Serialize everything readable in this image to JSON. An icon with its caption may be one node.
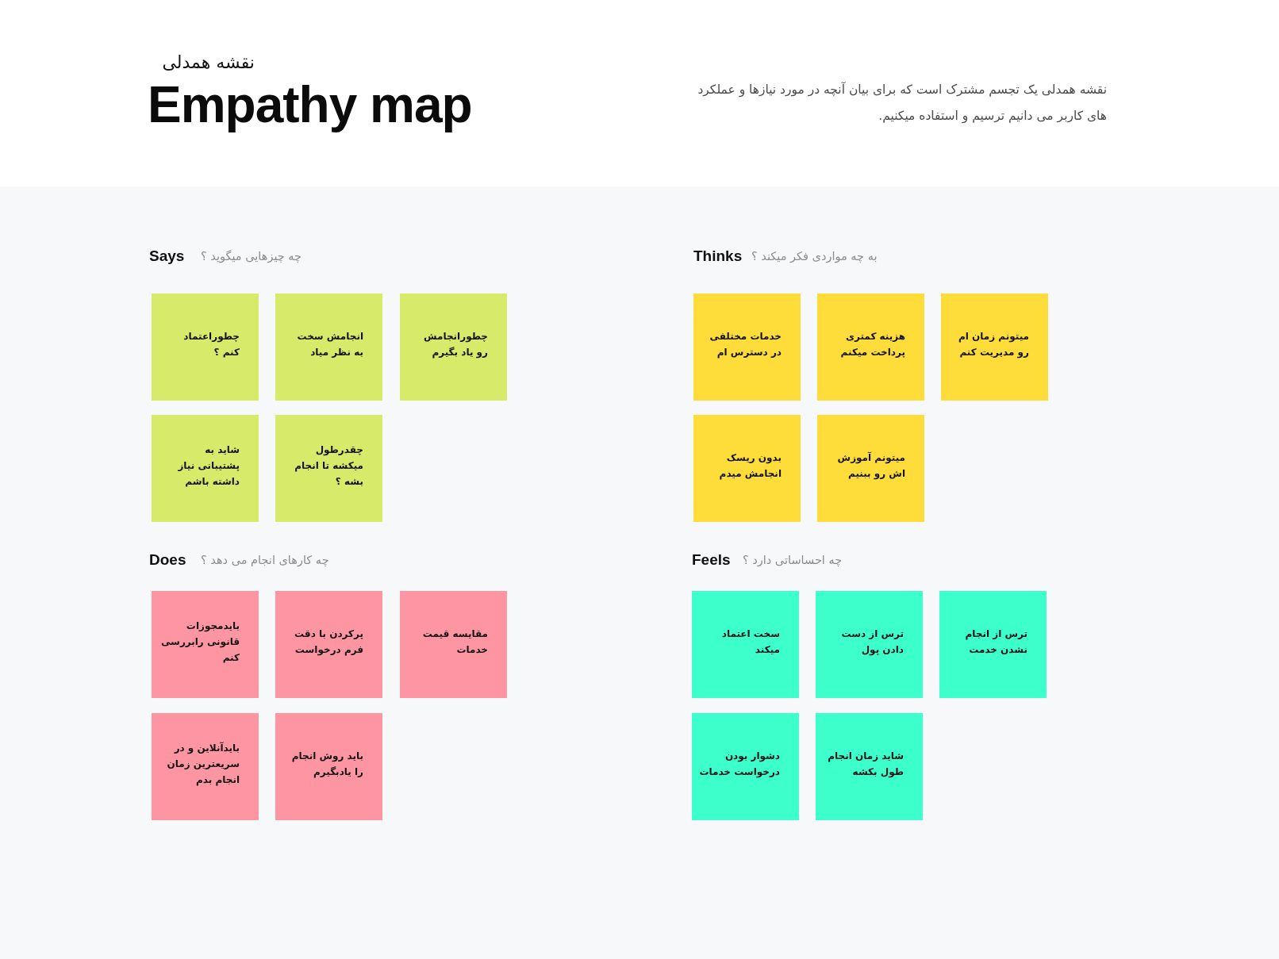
{
  "diagram": {
    "title": "Empathy map",
    "nodes": [
      {
        "text": [
          "چطوراعتماد کنم ؟"
        ]
      },
      {
        "text": [
          "انجامش سخت به نظر میاد"
        ]
      },
      {
        "text": [
          "چطورانجامش رو یاد بگیرم"
        ]
      },
      {
        "text": [
          "شاید به پشتیبانی نیاز داشته باشم"
        ]
      },
      {
        "text": [
          "چقدرطول میکشه تا انجام بشه ؟"
        ]
      },
      {
        "text": [
          "خدمات مختلفی در دسترس ام"
        ]
      },
      {
        "text": [
          "هزینه کمتری پرداخت میکنم"
        ]
      },
      {
        "text": [
          "میتونم زمان ام رو مدیریت کنم"
        ]
      },
      {
        "text": [
          "بدون ریسک انجامش میدم"
        ]
      },
      {
        "text": [
          "میتونم آموزش اش رو ببنیم"
        ]
      },
      {
        "text": [
          "بایدمجوزات قانونی رابررسی کنم"
        ]
      },
      {
        "text": [
          "پرکردن با دقت فرم درخواست"
        ]
      },
      {
        "text": [
          "مقایسه قیمت خدمات"
        ]
      },
      {
        "text": [
          "بایدآنلاین و در سریعترین زمان انجام بدم"
        ]
      },
      {
        "text": [
          "باید روش انجام را یادبگیرم"
        ]
      },
      {
        "text": [
          "سخت اعتماد میکند"
        ]
      },
      {
        "text": [
          "ترس از دست دادن پول"
        ]
      },
      {
        "text": [
          "ترس از انجام نشدن خدمت"
        ]
      },
      {
        "text": [
          "دشوار بودن درخواست خدمات"
        ]
      },
      {
        "text": [
          "شاید زمان انجام طول بکشه"
        ]
      }
    ],
    "labels": [
      "نقشه همدلی",
      "نقشه همدلی یک تجسم مشترک است که برای بیان آنچه در مورد نیازها و عملکرد های کاربر می دانیم ترسیم و استفاده میکنیم.",
      "Says",
      "چه چیزهایی میگوید ؟",
      "Thinks",
      "به چه مواردی فکر میکند ؟",
      "Does",
      "چه کارهای انجام می دهد ؟",
      "Feels",
      "چه احساساتی دارد ؟"
    ]
  }
}
